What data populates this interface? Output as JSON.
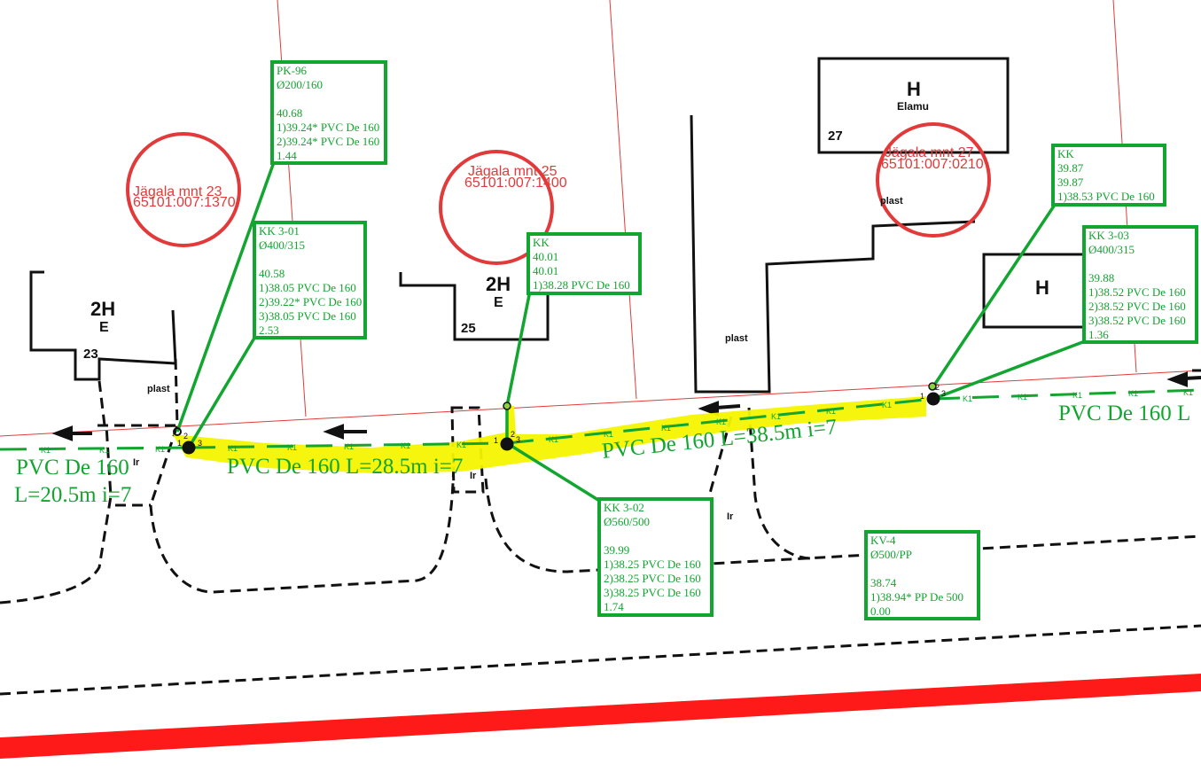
{
  "colors": {
    "pipe": "#12a530",
    "highlight": "#f4f400",
    "parcel": "#e23a3a",
    "building": "#111111",
    "road": "#ff1a1a"
  },
  "parcels": [
    {
      "id": "p23",
      "line1": "Jägala mnt 23",
      "line2": "65101:007:1370"
    },
    {
      "id": "p25",
      "line1": "Jägala mnt 25",
      "line2": "65101:007:1400"
    },
    {
      "id": "p27",
      "line1": "Jägala mnt 27",
      "line2": "65101:007:0210"
    }
  ],
  "buildings": [
    {
      "id": "b23",
      "label_top": "2H",
      "label_bottom": "E",
      "number": "23",
      "extra": "plast",
      "extra2": "Ir"
    },
    {
      "id": "b25",
      "label_top": "2H",
      "label_bottom": "E",
      "number": "25",
      "extra2": "Ir"
    },
    {
      "id": "b27",
      "label_top": "H",
      "label_bottom": "Elamu",
      "number": "27",
      "extra": "plast",
      "extra3": "plast",
      "extra2": "Ir"
    },
    {
      "id": "bh",
      "label_top": "H"
    }
  ],
  "wells": [
    {
      "id": "pk96",
      "lines": [
        "PK-96",
        "Ø200/160",
        "",
        "40.68",
        "1)39.24* PVC De 160",
        "2)39.24* PVC De 160",
        "1.44"
      ]
    },
    {
      "id": "kk301",
      "lines": [
        "KK 3-01",
        "Ø400/315",
        "",
        "40.58",
        "1)38.05 PVC De 160",
        "2)39.22* PVC De 160",
        "3)38.05 PVC De 160",
        "2.53"
      ]
    },
    {
      "id": "kk_a",
      "lines": [
        "KK",
        "40.01",
        "40.01",
        "1)38.28 PVC De 160"
      ]
    },
    {
      "id": "kk302",
      "lines": [
        "KK 3-02",
        "Ø560/500",
        "",
        "39.99",
        "1)38.25 PVC De 160",
        "2)38.25 PVC De 160",
        "3)38.25 PVC De 160",
        "1.74"
      ]
    },
    {
      "id": "kk_b",
      "lines": [
        "KK",
        "39.87",
        "39.87",
        "1)38.53 PVC De 160"
      ]
    },
    {
      "id": "kk303",
      "lines": [
        "KK 3-03",
        "Ø400/315",
        "",
        "39.88",
        "1)38.52 PVC De 160",
        "2)38.52 PVC De 160",
        "3)38.52 PVC De 160",
        "1.36"
      ]
    },
    {
      "id": "kv4",
      "lines": [
        "KV-4",
        "Ø500/PP",
        "",
        "38.74",
        "1)38.94* PP De 500",
        "0.00"
      ]
    }
  ],
  "pipe_labels": {
    "seg_left_1": "PVC De 160",
    "seg_left_2": "L=20.5m i=7",
    "seg_mid": "PVC De 160 L=28.5m i=7",
    "seg_right": "PVC De 160 L=38.5m i=7",
    "seg_far": "PVC De 160 L"
  },
  "pipe_code": "K1",
  "port_numbers": [
    "1",
    "2",
    "3"
  ]
}
